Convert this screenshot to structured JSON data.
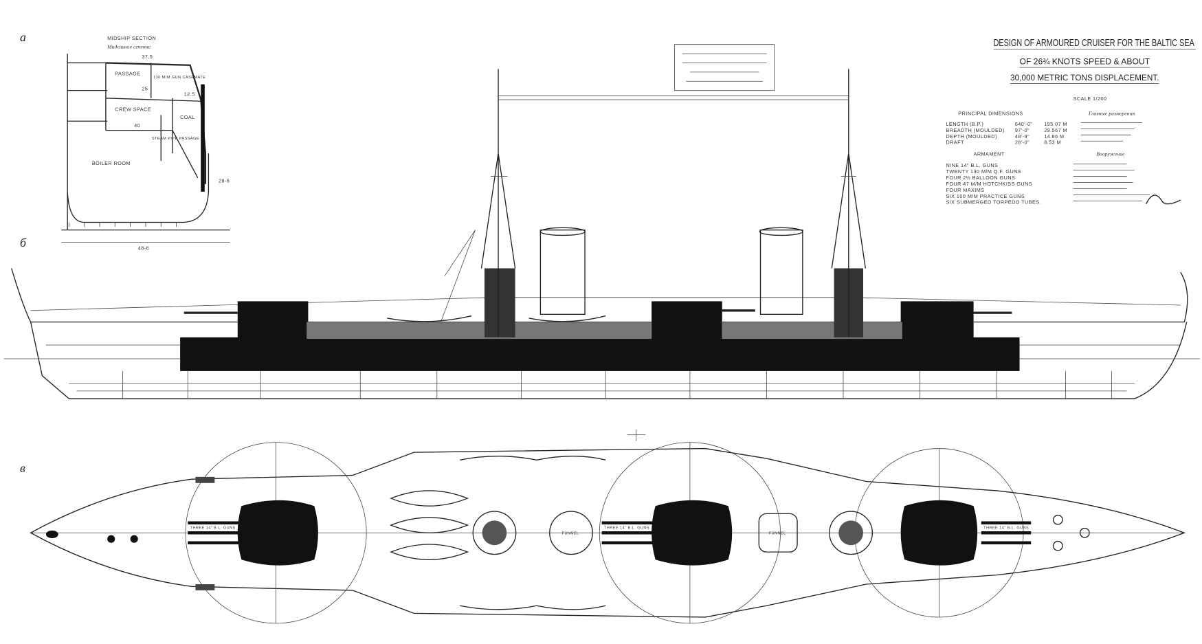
{
  "panel_labels": {
    "a": "а",
    "b": "б",
    "v": "в"
  },
  "title": {
    "line1": "DESIGN OF ARMOURED CRUISER FOR THE BALTIC SEA",
    "line2": "OF 26¾ KNOTS SPEED & ABOUT",
    "line3": "30,000 METRIC TONS DISPLACEMENT.",
    "scale": "SCALE 1/200"
  },
  "principal_dimensions": {
    "heading": "PRINCIPAL DIMENSIONS",
    "heading_ru": "Главные размерения",
    "rows": [
      {
        "label": "LENGTH (B.P.)",
        "feet": "640'-0\"",
        "metric": "195.07 M"
      },
      {
        "label": "BREADTH (MOULDED)",
        "feet": "97'-0\"",
        "metric": "29.567 M"
      },
      {
        "label": "DEPTH (MOULDED)",
        "feet": "48'-9\"",
        "metric": "14.86 M"
      },
      {
        "label": "DRAFT",
        "feet": "28'-0\"",
        "metric": "8.53 M"
      }
    ]
  },
  "armament": {
    "heading": "ARMAMENT",
    "heading_ru": "Вооружение",
    "items": [
      "NINE 14\" B.L. GUNS",
      "TWENTY 130 M/M Q.F. GUNS",
      "FOUR 2½ BALLOON GUNS",
      "FOUR 47 M/M HOTCHKISS GUNS",
      "FOUR MAXIMS",
      "SIX 100 M/M PRACTICE GUNS",
      "SIX SUBMERGED TORPEDO TUBES."
    ]
  },
  "midship_section": {
    "title": "MIDSHIP SECTION",
    "title_ru": "Мидельное сечение",
    "labels": [
      "PASSAGE",
      "130 M/M GUN CASEMATE",
      "CREW SPACE",
      "BOILER ROOM",
      "COAL",
      "STEAM PIPE PASSAGE"
    ],
    "dims": [
      "37.5",
      "25",
      "12.5",
      "40",
      "48-6",
      "28-6"
    ]
  },
  "plan_labels": [
    "THREE 14\" B.L. GUNS",
    "THREE 14\" B.L. GUNS",
    "THREE 14\" B.L. GUNS",
    "FUNNEL",
    "FUNNEL"
  ],
  "colors": {
    "ink": "#111111",
    "paper": "#ffffff"
  }
}
